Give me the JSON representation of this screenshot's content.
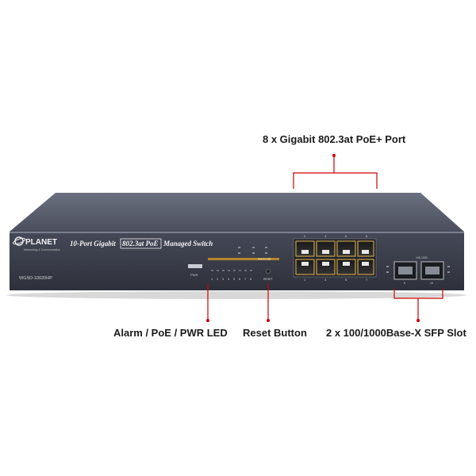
{
  "callouts": {
    "poe_ports": "8 x Gigabit 802.3at PoE+ Port",
    "leds": "Alarm / PoE / PWR LED",
    "reset": "Reset Button",
    "sfp": "2 x 100/1000Base-X SFP Slot"
  },
  "device": {
    "brand": "PLANET",
    "brand_tagline": "Networking & Communication",
    "title_prefix": "10-Port Gigabit",
    "title_badge": "802.3at PoE",
    "title_suffix": "Managed Switch",
    "model": "WGSD-10020HP",
    "port_numbers_top": [
      "2",
      "4",
      "6",
      "8"
    ],
    "port_numbers_bottom": [
      "1",
      "3",
      "5",
      "7"
    ],
    "sfp_numbers": [
      "9",
      "10"
    ],
    "led_numbers": [
      "1",
      "2",
      "3",
      "4",
      "5",
      "6",
      "7",
      "8"
    ],
    "reset_label": "RESET",
    "pwr_label": "PWR",
    "sfp_header": "100-1000"
  },
  "colors": {
    "chassis": "#3a3e4a",
    "chassis_top": "#5b6070",
    "callout_line": "#cc0000",
    "port_frame": "#c8a24a"
  }
}
